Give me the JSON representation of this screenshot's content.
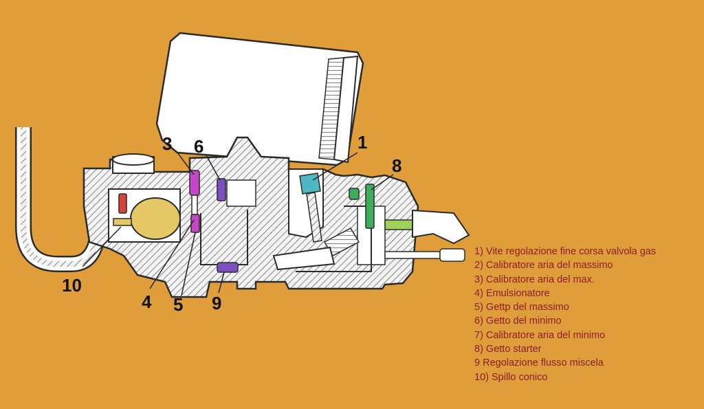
{
  "colors": {
    "background": "#e09e3a",
    "body_fill": "#ffffff",
    "line": "#2a2a2a",
    "float": "#e6c766",
    "valve_cyan": "#4fb6c4",
    "magenta": "#c546c9",
    "purple": "#7b4fc3",
    "red": "#d9433a",
    "green": "#3cae5a",
    "lime": "#9fd15a",
    "legend_text": "#8a1e1e",
    "number_text": "#111111"
  },
  "callouts": [
    {
      "id": "1",
      "label": "1"
    },
    {
      "id": "2",
      "label": "8"
    },
    {
      "id": "3",
      "label": "3"
    },
    {
      "id": "4",
      "label": "6"
    },
    {
      "id": "5",
      "label": "10"
    },
    {
      "id": "6",
      "label": "4"
    },
    {
      "id": "7",
      "label": "5"
    },
    {
      "id": "8",
      "label": "9"
    }
  ],
  "legend": [
    "1) Vite regolazione fine corsa valvola gas",
    "2) Calibratore aria del massimo",
    "3) Calibratore aria del max.",
    "4) Emulsionatore",
    "5) Gettp del massimo",
    "6) Getto del minimo",
    "7) Calibratore aria del minimo",
    "8) Getto starter",
    "9 Regolazione flusso miscela",
    "10) Spillo conico"
  ]
}
